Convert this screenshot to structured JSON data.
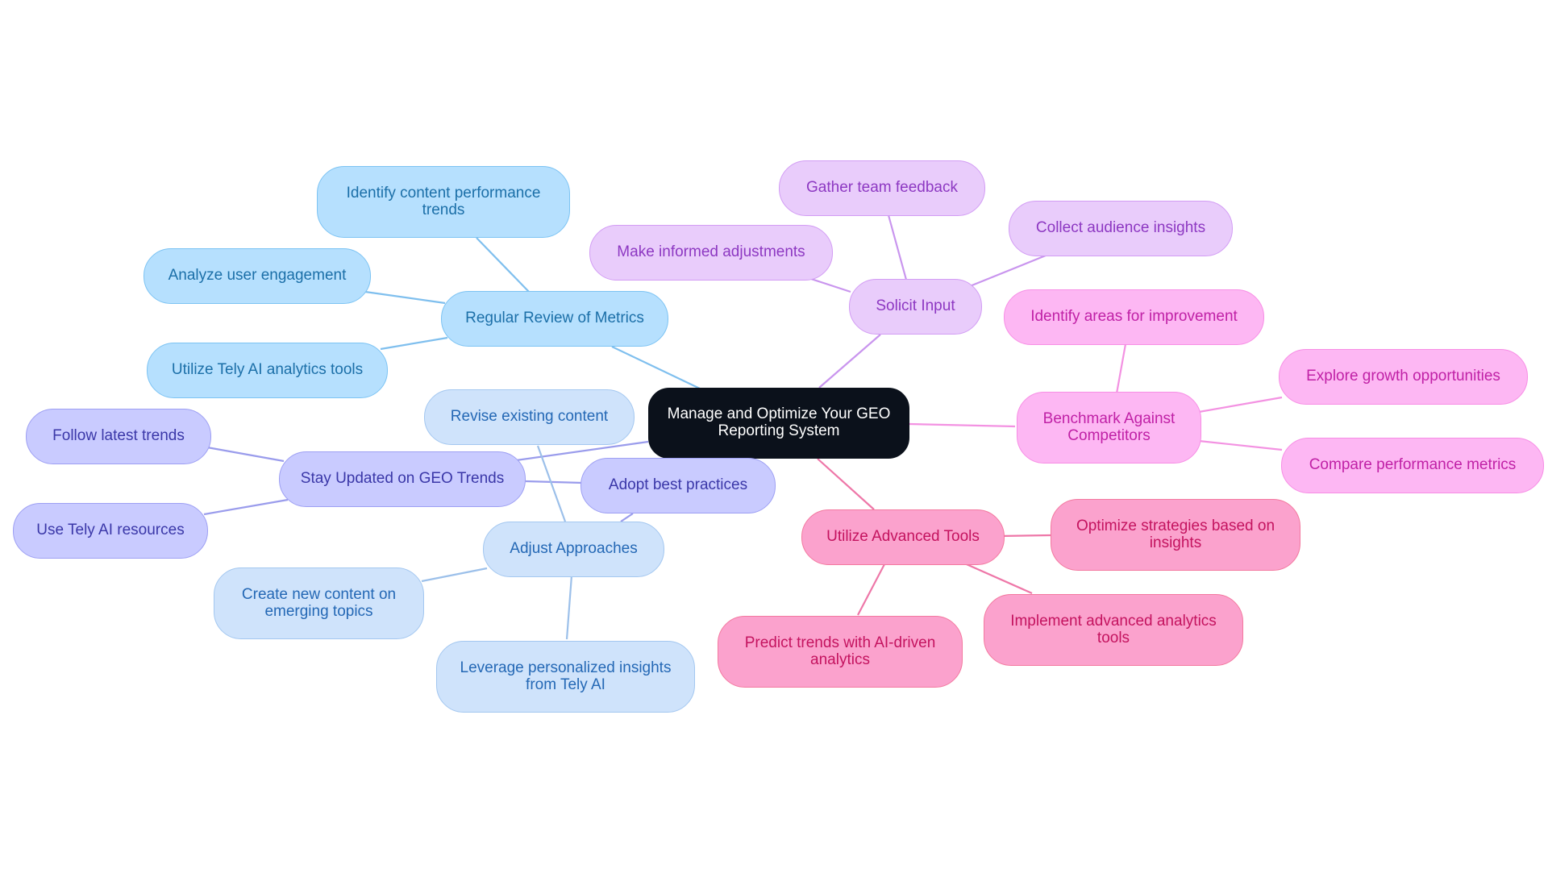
{
  "root": {
    "label": "Manage and Optimize Your GEO Reporting System"
  },
  "colors": {
    "root_bg": "#0b111b",
    "root_text": "#ffffff",
    "sky": {
      "fill": "#b6e0fe",
      "stroke": "#7cc3f3",
      "text": "#1b6fa8",
      "line": "#7fbfee"
    },
    "periwinkle": {
      "fill": "#c9cbff",
      "stroke": "#9d9ff3",
      "text": "#3a37a8",
      "line": "#9a9cec"
    },
    "pale_blue": {
      "fill": "#cfe3fb",
      "stroke": "#a3c7f0",
      "text": "#2468b5",
      "line": "#9cc0ea"
    },
    "lavender": {
      "fill": "#e9ccfb",
      "stroke": "#d29cf4",
      "text": "#8d38c2",
      "line": "#c995ee"
    },
    "pink": {
      "fill": "#fdb7f3",
      "stroke": "#f78de5",
      "text": "#c021a6",
      "line": "#f392e2"
    },
    "rose": {
      "fill": "#fba2cd",
      "stroke": "#f3789f",
      "text": "#c4135f",
      "line": "#ee77a8"
    }
  },
  "branches": [
    {
      "label": "Regular Review of Metrics",
      "color": "sky",
      "children": [
        {
          "label": "Identify content performance trends"
        },
        {
          "label": "Analyze user engagement"
        },
        {
          "label": "Utilize Tely AI analytics tools"
        }
      ]
    },
    {
      "label": "Stay Updated on GEO Trends",
      "color": "periwinkle",
      "children": [
        {
          "label": "Follow latest trends"
        },
        {
          "label": "Use Tely AI resources"
        },
        {
          "label": "Adopt best practices"
        }
      ]
    },
    {
      "label": "Adjust Approaches",
      "color": "pale_blue",
      "children": [
        {
          "label": "Revise existing content"
        },
        {
          "label": "Create new content on emerging topics"
        },
        {
          "label": "Leverage personalized insights from Tely AI"
        }
      ]
    },
    {
      "label": "Solicit Input",
      "color": "lavender",
      "children": [
        {
          "label": "Gather team feedback"
        },
        {
          "label": "Make informed adjustments"
        },
        {
          "label": "Collect audience insights"
        }
      ]
    },
    {
      "label": "Benchmark Against Competitors",
      "color": "pink",
      "children": [
        {
          "label": "Identify areas for improvement"
        },
        {
          "label": "Explore growth opportunities"
        },
        {
          "label": "Compare performance metrics"
        }
      ]
    },
    {
      "label": "Utilize Advanced Tools",
      "color": "rose",
      "children": [
        {
          "label": "Optimize strategies based on insights"
        },
        {
          "label": "Implement advanced analytics tools"
        },
        {
          "label": "Predict trends with AI-driven analytics"
        }
      ]
    }
  ]
}
